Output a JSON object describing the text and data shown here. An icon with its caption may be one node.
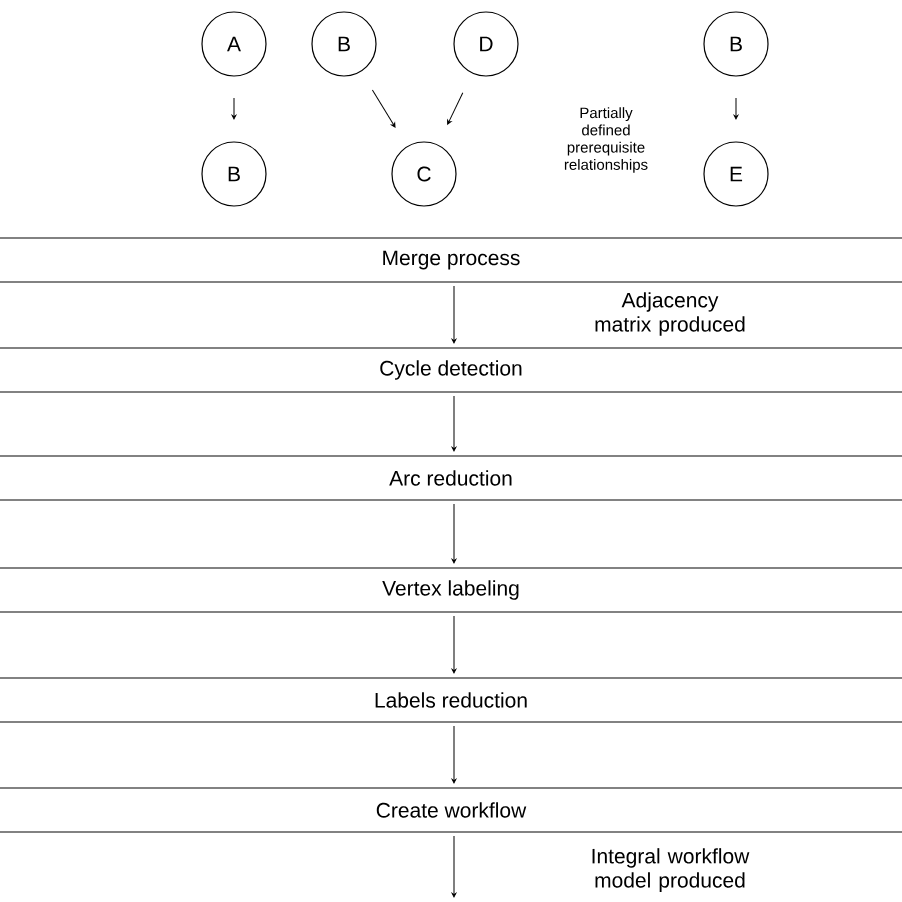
{
  "diagram": {
    "nodes": [
      {
        "text": [
          "A"
        ]
      },
      {
        "text": [
          "B"
        ]
      },
      {
        "text": [
          "D"
        ]
      },
      {
        "text": [
          "B"
        ]
      },
      {
        "text": [
          "B"
        ]
      },
      {
        "text": [
          "C"
        ]
      },
      {
        "text": [
          "E"
        ]
      },
      {
        "text": [
          "Merge process"
        ]
      },
      {
        "text": [
          "Cycle detection"
        ]
      },
      {
        "text": [
          "Arc reduction"
        ]
      },
      {
        "text": [
          "Vertex labeling"
        ]
      },
      {
        "text": [
          "Labels reduction"
        ]
      },
      {
        "text": [
          "Create workflow"
        ]
      }
    ],
    "edges": [
      {
        "from": 0,
        "to": 4,
        "arrow": "to"
      },
      {
        "from": 1,
        "to": 5,
        "arrow": "to"
      },
      {
        "from": 2,
        "to": 5,
        "arrow": "to"
      },
      {
        "from": 3,
        "to": 6,
        "arrow": "to"
      },
      {
        "from": 7,
        "to": 8,
        "arrow": "to"
      },
      {
        "from": 8,
        "to": 9,
        "arrow": "to"
      },
      {
        "from": 9,
        "to": 10,
        "arrow": "to"
      },
      {
        "from": 10,
        "to": 11,
        "arrow": "to"
      },
      {
        "from": 11,
        "to": 12,
        "arrow": "to"
      },
      {
        "from": 12,
        "to": null,
        "arrow": "to"
      }
    ],
    "labels": [
      "Partially defined prerequisite relationships",
      "Adjacency matrix produced",
      "Integral workflow model produced"
    ]
  }
}
